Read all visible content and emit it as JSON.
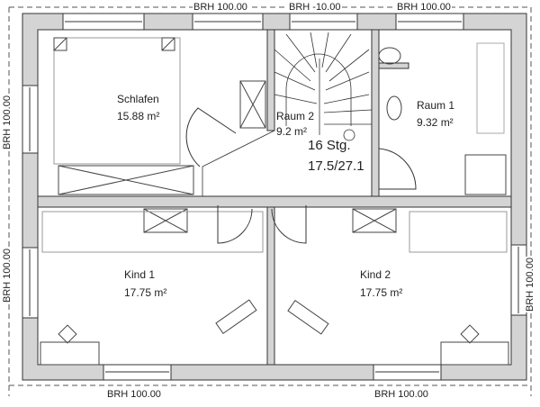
{
  "dimensions": {
    "top_left": "BRH 100.00",
    "top_mid": "BRH -10.00",
    "top_right": "BRH 100.00",
    "left_upper": "BRH 100.00",
    "left_lower": "BRH 100.00",
    "right_lower": "BRH 100.00",
    "bottom_left": "BRH 100.00",
    "bottom_right": "BRH 100.00"
  },
  "rooms": [
    {
      "name": "Schlafen",
      "area": "15.88 m²"
    },
    {
      "name": "Raum 2",
      "area": "9.2 m²"
    },
    {
      "name": "Raum 1",
      "area": "9.32 m²"
    },
    {
      "name": "Kind 1",
      "area": "17.75 m²"
    },
    {
      "name": "Kind 2",
      "area": "17.75 m²"
    }
  ],
  "stairs": {
    "steps": "16 Stg.",
    "ratio": "17.5/27.1"
  },
  "colors": {
    "wall": "#d4d4d4",
    "line": "#333333"
  }
}
